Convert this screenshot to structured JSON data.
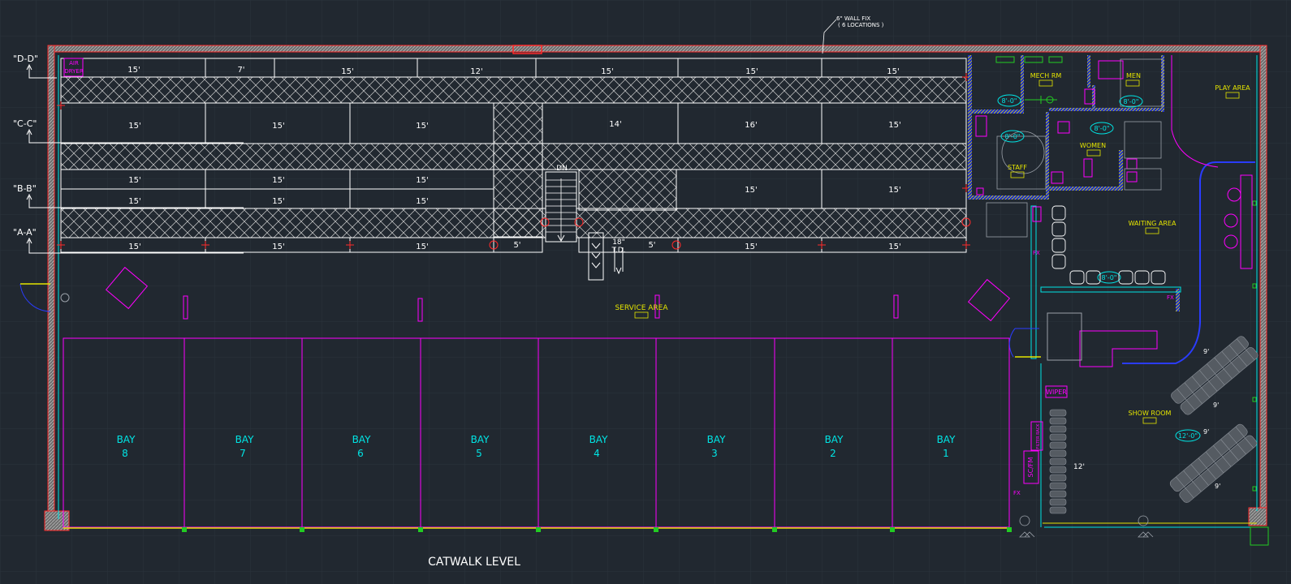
{
  "drawing": {
    "title": "CATWALK LEVEL",
    "note_wall_fix_line1": "6\" WALL FIX",
    "note_wall_fix_line2": "( 6 LOCATIONS )",
    "colors": {
      "background": "#212830",
      "grid": "#2b333d",
      "wall": "#ffffff",
      "hatch_wall": "#9a9a9a",
      "red": "#ff2a2a",
      "magenta": "#ff00ff",
      "cyan": "#00e5e5",
      "yellow": "#e5e500",
      "blue": "#2a3cff",
      "green": "#22cc22",
      "gray": "#9aa0a8"
    }
  },
  "sections": [
    {
      "label": "\"D-D\""
    },
    {
      "label": "\"C-C\""
    },
    {
      "label": "\"B-B\""
    },
    {
      "label": "\"A-A\""
    }
  ],
  "catwalk_dims": {
    "row1": [
      "15'",
      "7'",
      "15'",
      "12'",
      "15'",
      "15'",
      "15'"
    ],
    "row2": [
      "15'",
      "15'",
      "15'",
      "14'",
      "16'",
      "15'"
    ],
    "row3a": [
      "15'",
      "15'",
      "15'",
      "15'",
      "15'"
    ],
    "row3b": [
      "15'",
      "15'",
      "15'"
    ],
    "row4": [
      "15'",
      "15'",
      "15'",
      "5'",
      "5'",
      "15'",
      "15'"
    ]
  },
  "labels": {
    "air_dryer_1": "AIR",
    "air_dryer_2": "DRYER",
    "stair_dn": "DN",
    "td_18": "18\"",
    "td": "T.D.",
    "service_area": "SERVICE AREA",
    "mech_rm": "MECH RM",
    "men": "MEN",
    "women": "WOMEN",
    "staff": "STAFF",
    "play_area": "PLAY AREA",
    "waiting_area": "WAITING AREA",
    "show_room": "SHOW ROOM",
    "wiper": "WIPER",
    "filter_rack": "FILTER RACK",
    "sc_fm": "SC/FM",
    "fx1": "FX",
    "fx2": "FX",
    "fx3": "FX",
    "dim_12": "12'",
    "dim_9a": "9'",
    "dim_9b": "9'",
    "dim_9c": "9'",
    "dim_9d": "9'",
    "ellipse_8_0_a": "8'-0\"",
    "ellipse_8_0_b": "8'-0\"",
    "ellipse_8_0_c": "8'-0\"",
    "ellipse_8_0_d": "8'-0\"",
    "ellipse_8_0_e": "8'-0\"",
    "ellipse_12_0": "12'-0\""
  },
  "bays": [
    {
      "word": "BAY",
      "number": "8"
    },
    {
      "word": "BAY",
      "number": "7"
    },
    {
      "word": "BAY",
      "number": "6"
    },
    {
      "word": "BAY",
      "number": "5"
    },
    {
      "word": "BAY",
      "number": "4"
    },
    {
      "word": "BAY",
      "number": "3"
    },
    {
      "word": "BAY",
      "number": "2"
    },
    {
      "word": "BAY",
      "number": "1"
    }
  ]
}
